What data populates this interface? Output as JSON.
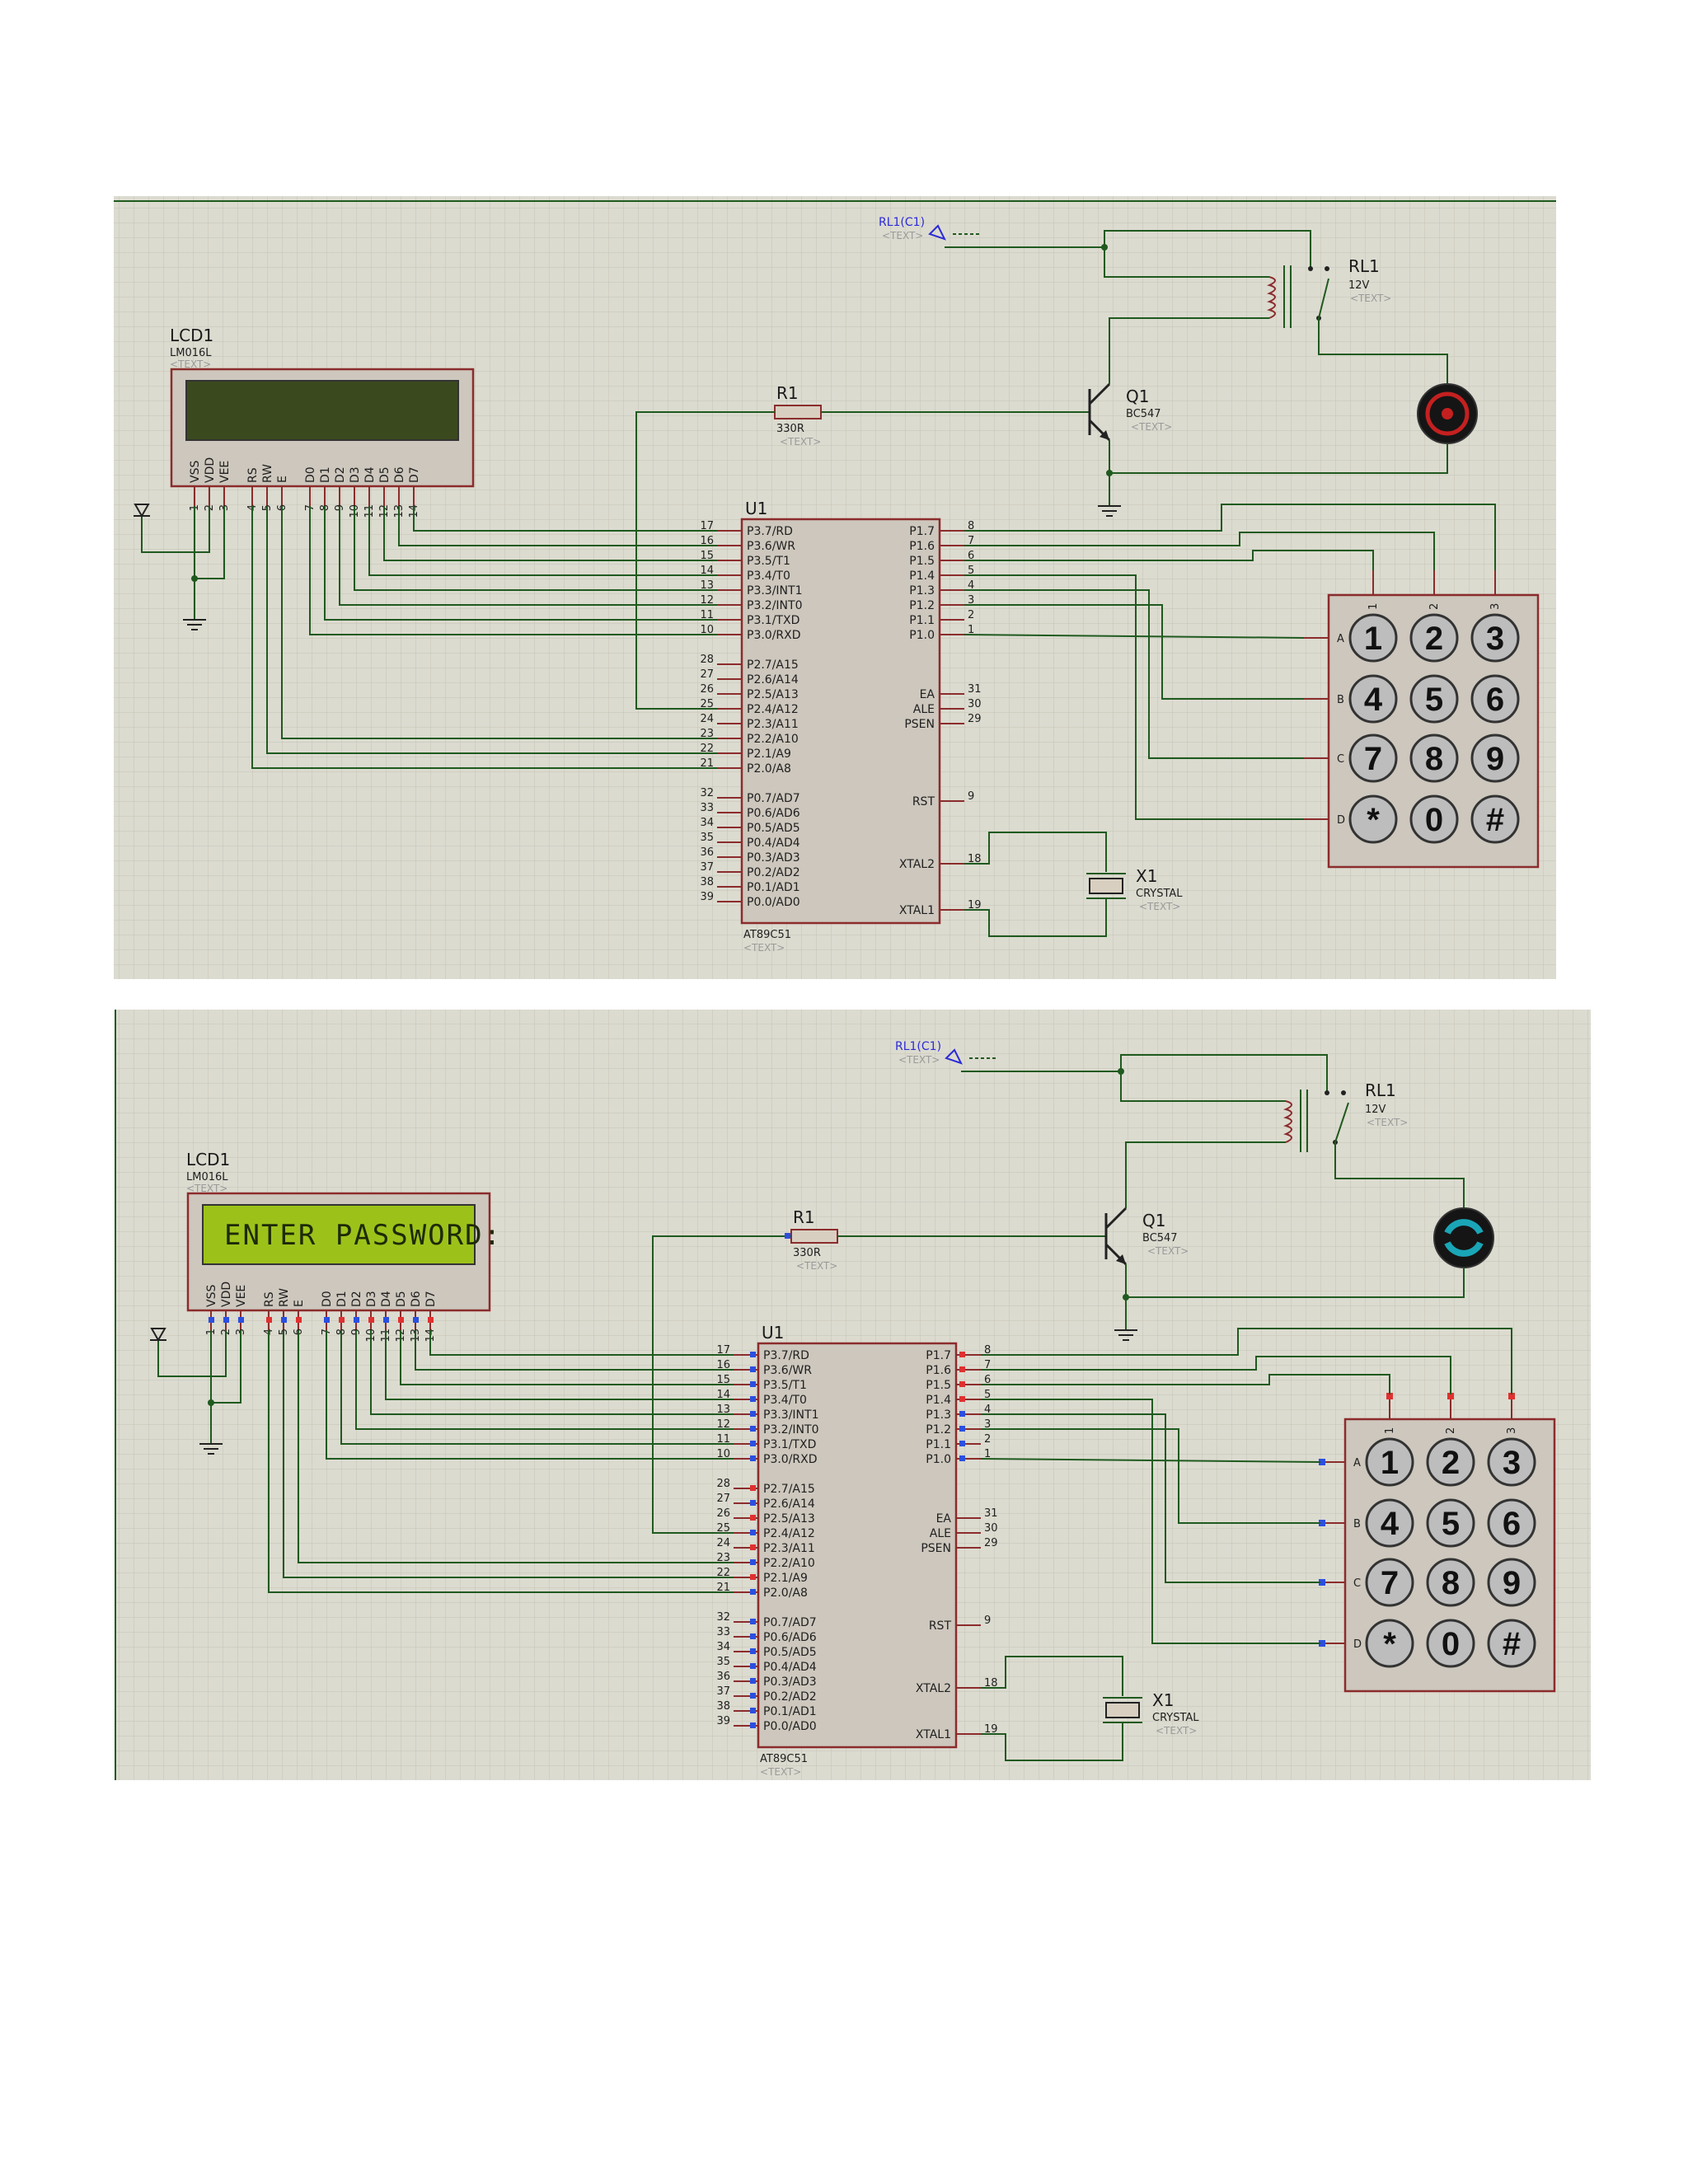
{
  "panels": [
    {
      "id": "before",
      "lcd": {
        "ref": "LCD1",
        "model": "LM016L",
        "text": "<TEXT>",
        "message": "",
        "display": "off"
      },
      "keypad_pin_indicators": false,
      "motor": "red"
    },
    {
      "id": "after",
      "lcd": {
        "ref": "LCD1",
        "model": "LM016L",
        "text": "<TEXT>",
        "message": "ENTER PASSWORD:",
        "display": "on"
      },
      "keypad_pin_indicators": true,
      "motor": "cyan"
    }
  ],
  "mcu": {
    "ref": "U1",
    "model": "AT89C51",
    "text": "<TEXT>",
    "left_pins": [
      {
        "num": "17",
        "name": "P3.7/RD"
      },
      {
        "num": "16",
        "name": "P3.6/WR"
      },
      {
        "num": "15",
        "name": "P3.5/T1"
      },
      {
        "num": "14",
        "name": "P3.4/T0"
      },
      {
        "num": "13",
        "name": "P3.3/INT1"
      },
      {
        "num": "12",
        "name": "P3.2/INT0"
      },
      {
        "num": "11",
        "name": "P3.1/TXD"
      },
      {
        "num": "10",
        "name": "P3.0/RXD"
      },
      {
        "num": "28",
        "name": "P2.7/A15"
      },
      {
        "num": "27",
        "name": "P2.6/A14"
      },
      {
        "num": "26",
        "name": "P2.5/A13"
      },
      {
        "num": "25",
        "name": "P2.4/A12"
      },
      {
        "num": "24",
        "name": "P2.3/A11"
      },
      {
        "num": "23",
        "name": "P2.2/A10"
      },
      {
        "num": "22",
        "name": "P2.1/A9"
      },
      {
        "num": "21",
        "name": "P2.0/A8"
      },
      {
        "num": "32",
        "name": "P0.7/AD7"
      },
      {
        "num": "33",
        "name": "P0.6/AD6"
      },
      {
        "num": "34",
        "name": "P0.5/AD5"
      },
      {
        "num": "35",
        "name": "P0.4/AD4"
      },
      {
        "num": "36",
        "name": "P0.3/AD3"
      },
      {
        "num": "37",
        "name": "P0.2/AD2"
      },
      {
        "num": "38",
        "name": "P0.1/AD1"
      },
      {
        "num": "39",
        "name": "P0.0/AD0"
      }
    ],
    "right_pins": [
      {
        "num": "8",
        "name": "P1.7"
      },
      {
        "num": "7",
        "name": "P1.6"
      },
      {
        "num": "6",
        "name": "P1.5"
      },
      {
        "num": "5",
        "name": "P1.4"
      },
      {
        "num": "4",
        "name": "P1.3"
      },
      {
        "num": "3",
        "name": "P1.2"
      },
      {
        "num": "2",
        "name": "P1.1"
      },
      {
        "num": "1",
        "name": "P1.0"
      }
    ],
    "ctrl_pins": [
      {
        "num": "31",
        "name": "EA"
      },
      {
        "num": "30",
        "name": "ALE"
      },
      {
        "num": "29",
        "name": "PSEN"
      },
      {
        "num": "9",
        "name": "RST"
      },
      {
        "num": "18",
        "name": "XTAL2"
      },
      {
        "num": "19",
        "name": "XTAL1"
      }
    ]
  },
  "lcd_pins": [
    {
      "num": "1",
      "name": "VSS"
    },
    {
      "num": "2",
      "name": "VDD"
    },
    {
      "num": "3",
      "name": "VEE"
    },
    {
      "num": "4",
      "name": "RS"
    },
    {
      "num": "5",
      "name": "RW"
    },
    {
      "num": "6",
      "name": "E"
    },
    {
      "num": "7",
      "name": "D0"
    },
    {
      "num": "8",
      "name": "D1"
    },
    {
      "num": "9",
      "name": "D2"
    },
    {
      "num": "10",
      "name": "D3"
    },
    {
      "num": "11",
      "name": "D4"
    },
    {
      "num": "12",
      "name": "D5"
    },
    {
      "num": "13",
      "name": "D6"
    },
    {
      "num": "14",
      "name": "D7"
    }
  ],
  "resistor": {
    "ref": "R1",
    "value": "330R",
    "text": "<TEXT>"
  },
  "transistor": {
    "ref": "Q1",
    "model": "BC547",
    "text": "<TEXT>"
  },
  "relay": {
    "ref": "RL1",
    "value": "12V",
    "text": "<TEXT>",
    "probe": "RL1(C1)",
    "probe_text": "<TEXT>"
  },
  "crystal": {
    "ref": "X1",
    "model": "CRYSTAL",
    "text": "<TEXT>"
  },
  "keypad": {
    "cols": [
      "1",
      "2",
      "3"
    ],
    "rows": [
      "A",
      "B",
      "C",
      "D"
    ],
    "keys": [
      [
        "1",
        "2",
        "3"
      ],
      [
        "4",
        "5",
        "6"
      ],
      [
        "7",
        "8",
        "9"
      ],
      [
        "*",
        "0",
        "#"
      ]
    ]
  },
  "colors": {
    "grid_bg": "#dcdbd0",
    "grid_line": "#c4c3b5",
    "wire": "#1f5a1f",
    "chip_fill": "#cdc7bd",
    "chip_stroke": "#8b2c2c",
    "lcd_off": "#3b4a1e",
    "lcd_on": "#9cc21a",
    "pin_high": "#e03030",
    "pin_low": "#2b4fe0"
  }
}
